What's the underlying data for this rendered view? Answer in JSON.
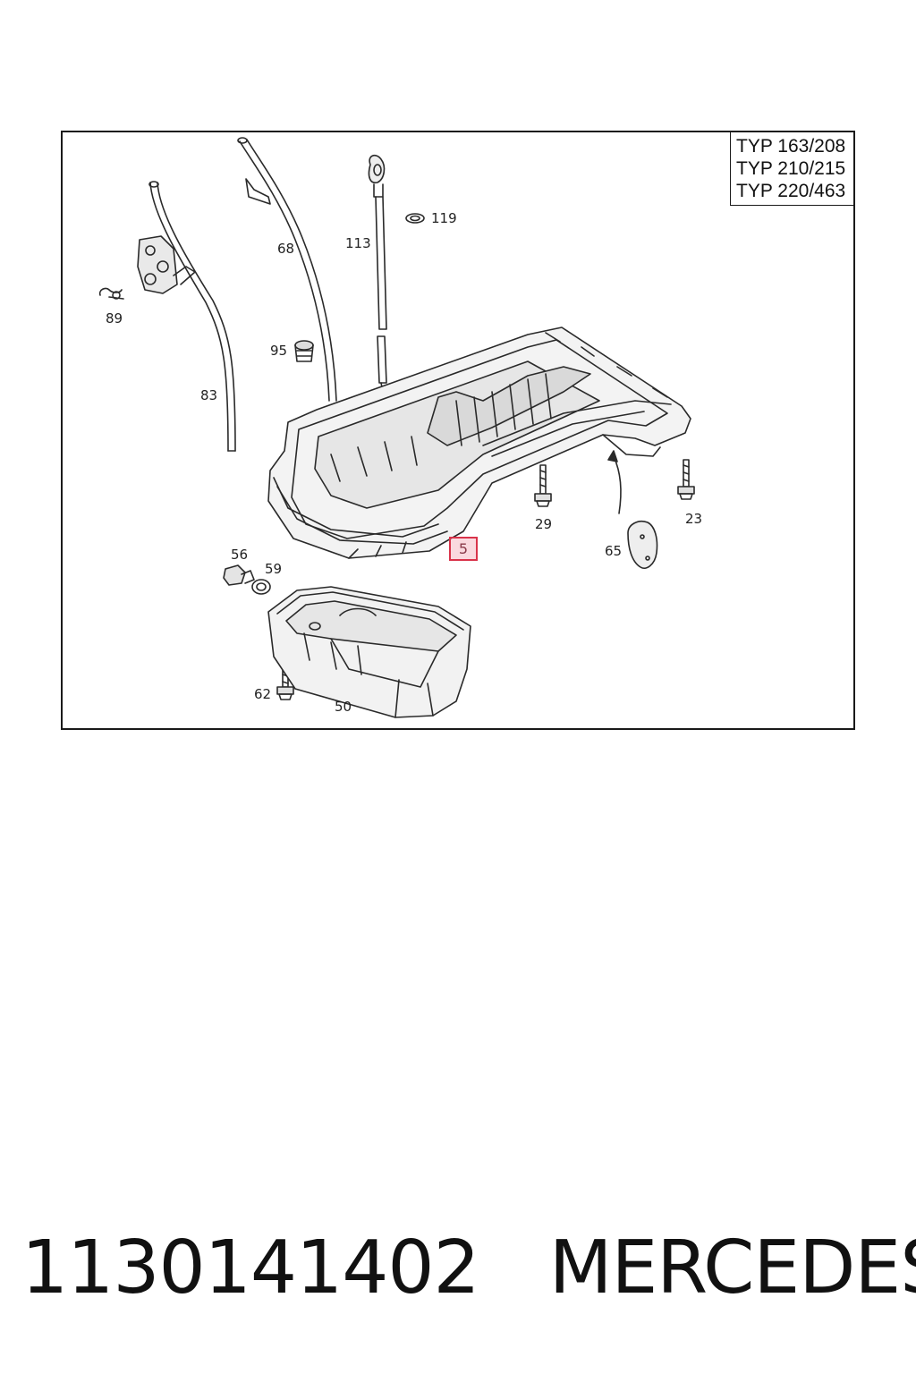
{
  "diagram": {
    "type_labels": [
      "TYP 163/208",
      "TYP 210/215",
      "TYP 220/463"
    ],
    "callouts": [
      {
        "id": "89",
        "label": "89"
      },
      {
        "id": "68",
        "label": "68"
      },
      {
        "id": "113",
        "label": "113"
      },
      {
        "id": "119",
        "label": "119"
      },
      {
        "id": "95",
        "label": "95"
      },
      {
        "id": "83",
        "label": "83"
      },
      {
        "id": "29",
        "label": "29"
      },
      {
        "id": "23",
        "label": "23"
      },
      {
        "id": "65",
        "label": "65"
      },
      {
        "id": "5",
        "label": "5"
      },
      {
        "id": "56",
        "label": "56"
      },
      {
        "id": "59",
        "label": "59"
      },
      {
        "id": "62",
        "label": "62"
      },
      {
        "id": "50",
        "label": "50"
      }
    ],
    "highlighted_callout": "5",
    "highlight_color": "#d9334a"
  },
  "footer": {
    "part_number": "1130141402",
    "brand": "MERCEDES"
  }
}
